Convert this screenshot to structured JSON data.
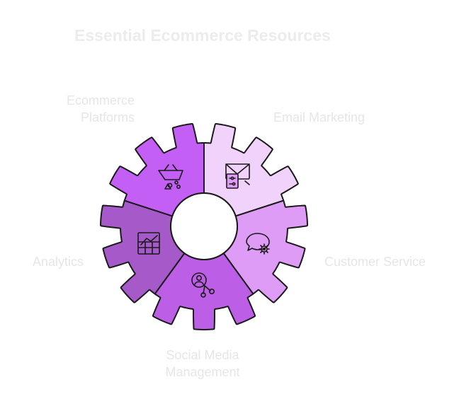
{
  "title": "Essential Ecommerce Resources",
  "segments": [
    {
      "label": "Ecommerce\nPlatforms",
      "icon": "shopping-basket-icon",
      "color": "#f0d2fa"
    },
    {
      "label": "Email Marketing",
      "icon": "email-settings-icon",
      "color": "#de9cf6"
    },
    {
      "label": "Customer Service",
      "icon": "chat-gear-icon",
      "color": "#bc5ee6"
    },
    {
      "label": "Social Media\nManagement",
      "icon": "person-network-icon",
      "color": "#a659c8"
    },
    {
      "label": "Analytics",
      "icon": "chart-table-icon",
      "color": "#c45ff5"
    }
  ],
  "colors": {
    "stroke": "#1a1a1a",
    "center": "#ffffff",
    "label": "#e6e6e6"
  }
}
